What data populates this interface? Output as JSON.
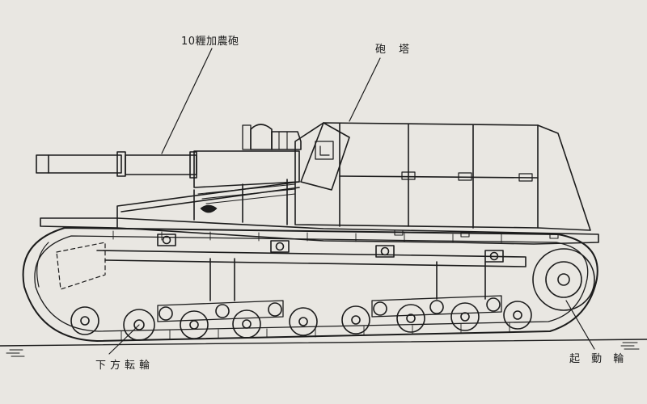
{
  "labels": {
    "gun": "10糎加農砲",
    "turret": "砲 塔",
    "road_wheels": "下方転輪",
    "drive_wheel": "起 動 輪"
  },
  "colors": {
    "paper": "#e9e7e2",
    "ink": "#1c1c1c"
  }
}
